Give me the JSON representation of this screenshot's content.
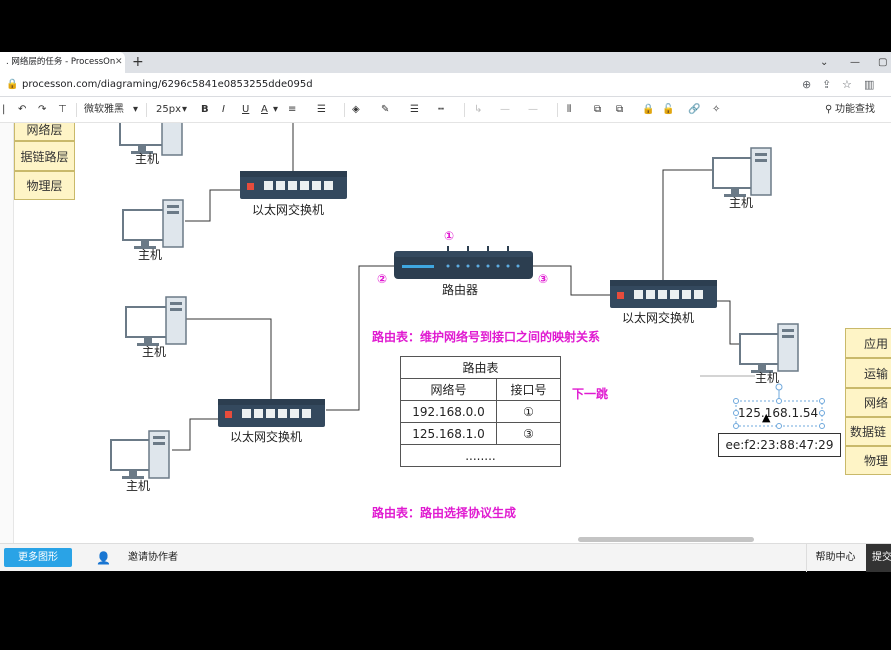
{
  "browser": {
    "tab_title": "网络层的任务 - ProcessOn",
    "tab_prefix": ".",
    "url": "processon.com/diagraming/6296c5841e0853255dde095d"
  },
  "toolbar": {
    "font": "微软雅黑",
    "font_size": "25px",
    "bold": "B",
    "italic": "I",
    "underline": "U",
    "text_color": "A",
    "search": "功能查找"
  },
  "left_layers": [
    "网络层",
    "据链路层",
    "物理层"
  ],
  "right_layers": [
    "应用",
    "运输",
    "网络",
    "数据链",
    "物理"
  ],
  "diagram": {
    "host_label": "主机",
    "switch_label": "以太网交换机",
    "router_label": "路由器",
    "port1": "①",
    "port2": "②",
    "port3": "③",
    "note_table": "路由表：维护网络号到接口之间的映射关系",
    "note_protocol": "路由表：路由选择协议生成",
    "next_hop": "下一跳",
    "ip_selected": "125.168.1.54",
    "mac": "ee:f2:23:88:47:29"
  },
  "route_table": {
    "title": "路由表",
    "col_network": "网络号",
    "col_port": "接口号",
    "rows": [
      {
        "network": "192.168.0.0",
        "port": "①"
      },
      {
        "network": "125.168.1.0",
        "port": "③"
      }
    ],
    "ellipsis": "........"
  },
  "bottom": {
    "more_shapes": "更多图形",
    "invite": "邀请协作者",
    "help": "帮助中心",
    "submit": "提交"
  }
}
